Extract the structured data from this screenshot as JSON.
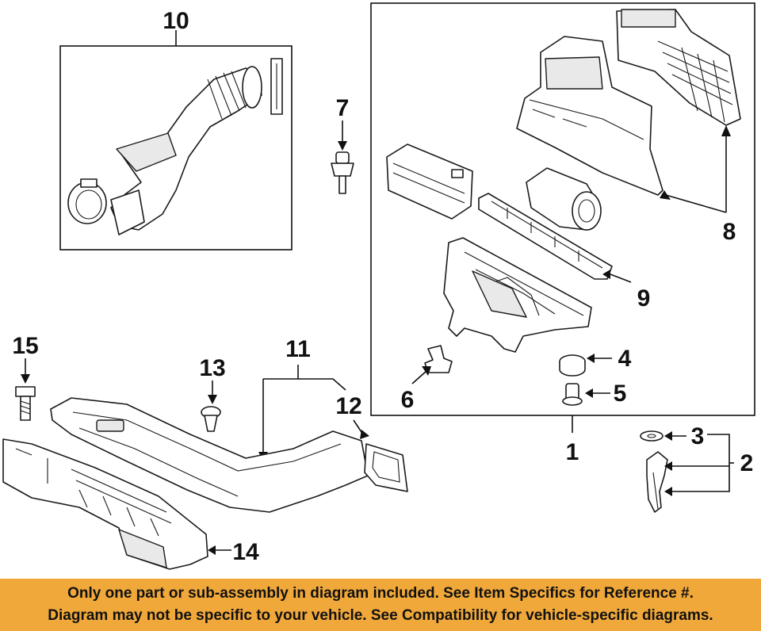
{
  "callouts": {
    "n1": "1",
    "n2": "2",
    "n3": "3",
    "n4": "4",
    "n5": "5",
    "n6": "6",
    "n7": "7",
    "n8": "8",
    "n9": "9",
    "n10": "10",
    "n11": "11",
    "n12": "12",
    "n13": "13",
    "n14": "14",
    "n15": "15"
  },
  "disclaimer": {
    "line1": "Only one part or sub-assembly in diagram included. See Item Specifics for Reference #.",
    "line2": "Diagram may not be specific to your vehicle. See Compatibility for vehicle-specific diagrams."
  },
  "colors": {
    "banner": "#f0a83a",
    "ink": "#111111"
  }
}
